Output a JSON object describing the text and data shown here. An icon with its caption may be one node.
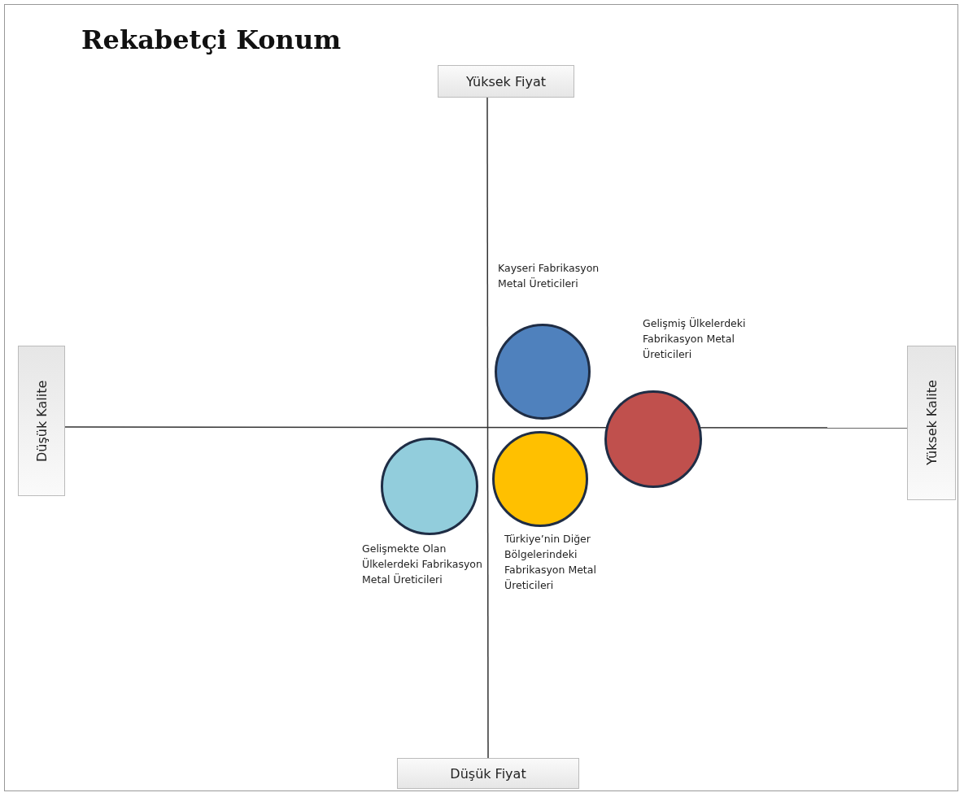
{
  "diagram": {
    "title": "Rekabetçi Konum",
    "nodes": [
      {
        "text": [
          "Yüksek Fiyat"
        ]
      },
      {
        "text": [],
        "shape": "circle",
        "beside": [
          "Kayseri Fabrikasyon Metal Üreticileri"
        ]
      },
      {
        "text": [],
        "shape": "circle",
        "beside": [
          "Gelişmiş Ülkelerdeki Fabrikasyon Metal Üreticileri"
        ]
      },
      {
        "text": [
          "Düşük Kalite"
        ]
      },
      {
        "text": [
          "Yüksek Kalite"
        ]
      },
      {
        "text": [],
        "shape": "circle",
        "beside": [
          "Gelişmekte Olan Ülkelerdeki Fabrikasyon Metal Üreticileri"
        ]
      },
      {
        "text": [],
        "shape": "circle",
        "beside": [
          "Türkiye’nin Diğer Bölgelerindeki Fabrikasyon Metal Üreticileri"
        ]
      },
      {
        "text": [
          "Düşük Fiyat"
        ]
      }
    ],
    "edges": []
  }
}
